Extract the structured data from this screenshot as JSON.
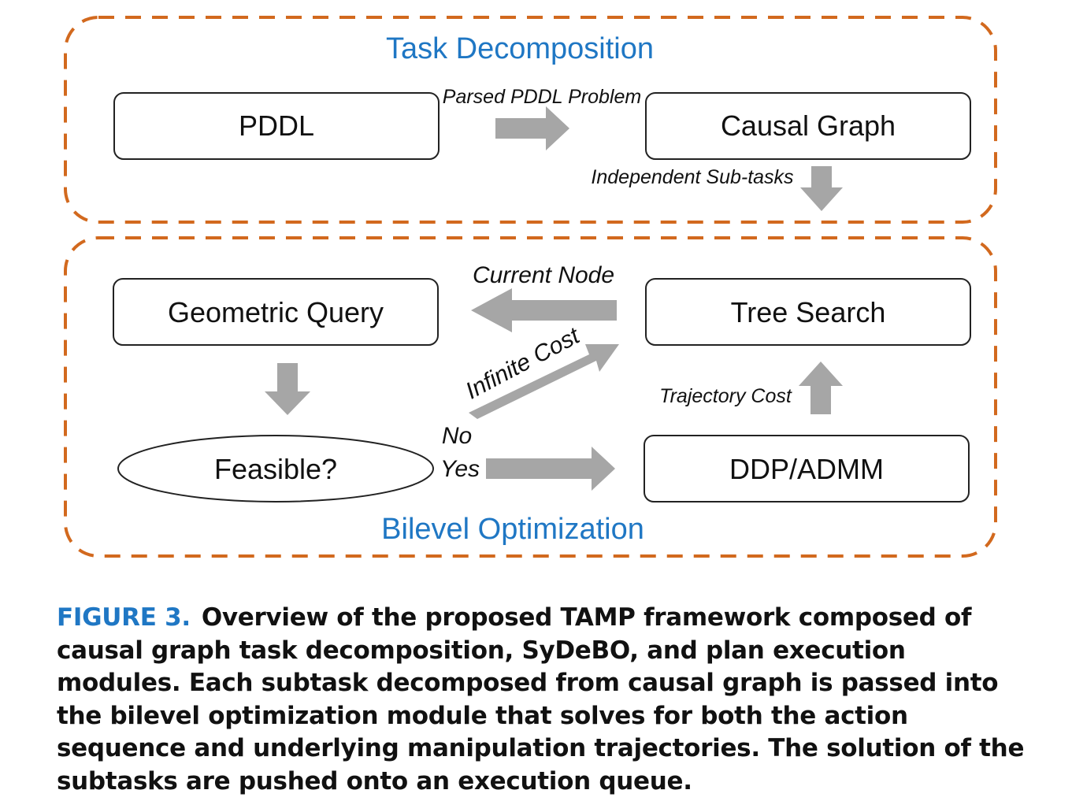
{
  "diagram": {
    "groups": {
      "task": {
        "title": "Task Decomposition"
      },
      "bilevel": {
        "title": "Bilevel Optimization"
      }
    },
    "nodes": {
      "pddl": "PDDL",
      "causal_graph": "Causal Graph",
      "geometric_query": "Geometric Query",
      "tree_search": "Tree Search",
      "feasible": "Feasible?",
      "ddp_admm": "DDP/ADMM"
    },
    "edges": {
      "parsed_pddl": "Parsed PDDL Problem",
      "independent_subtasks": "Independent Sub-tasks",
      "current_node": "Current Node",
      "infinite_cost": "Infinite Cost",
      "no": "No",
      "yes": "Yes",
      "trajectory_cost": "Trajectory Cost"
    },
    "colors": {
      "group_border": "#d2691e",
      "title": "#1f77c4",
      "arrow": "#a6a6a6",
      "box_border": "#222222"
    }
  },
  "caption": {
    "label": "FIGURE 3.",
    "text": "Overview of the proposed TAMP framework composed of causal graph task decomposition, SyDeBO, and plan execution modules. Each subtask decomposed from causal graph is passed into the bilevel optimization module that solves for both the action sequence and underlying manipulation trajectories. The solution of the subtasks are pushed onto an execution queue."
  }
}
